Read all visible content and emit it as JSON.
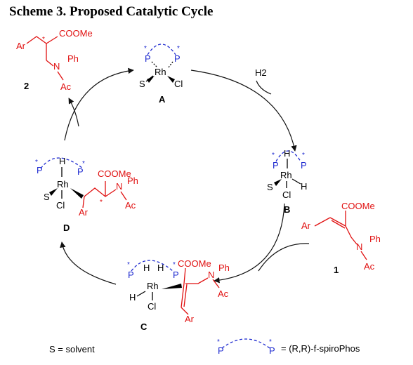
{
  "title": "Scheme 3. Proposed Catalytic Cycle",
  "atoms": {
    "rh": "Rh",
    "p": "P",
    "s": "S",
    "cl": "Cl",
    "h": "H",
    "n": "N",
    "ph": "Ph",
    "ac": "Ac",
    "ar": "Ar",
    "coome": "COOMe",
    "star": "*"
  },
  "labels": {
    "A": "A",
    "B": "B",
    "C": "C",
    "D": "D",
    "product": "2",
    "substrate": "1"
  },
  "reagent": "H2",
  "legend": {
    "solvent": "S = solvent",
    "ligand": "= (R,R)-f-spiroPhos"
  },
  "colors": {
    "ligand": "#1f2bd0",
    "substrate": "#e01010",
    "metal": "#000000"
  }
}
